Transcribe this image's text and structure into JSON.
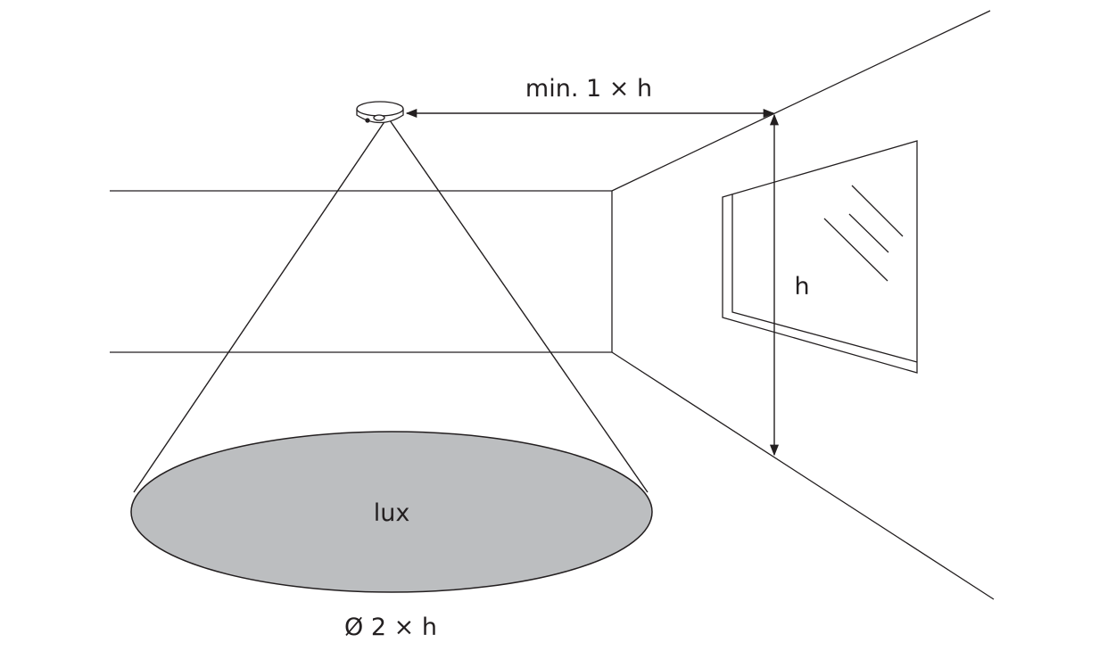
{
  "labels": {
    "min_distance": "min. 1 × h",
    "height": "h",
    "lux": "lux",
    "diameter": "Ø 2 × h"
  },
  "colors": {
    "line": "#231f20",
    "area_fill": "#bcbec0"
  }
}
